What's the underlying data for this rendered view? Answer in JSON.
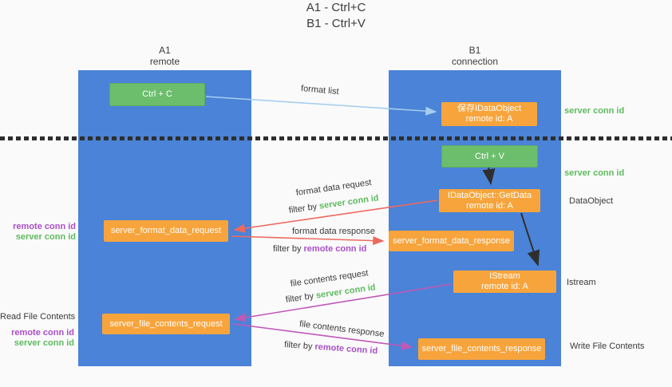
{
  "title": {
    "line1": "A1 - Ctrl+C",
    "line2": "B1 - Ctrl+V"
  },
  "columns": {
    "left": {
      "id": "A1",
      "role": "remote"
    },
    "right": {
      "id": "B1",
      "role": "connection"
    }
  },
  "nodes": {
    "ctrl_c": "Ctrl + C",
    "ctrl_v": "Ctrl + V",
    "save_dataobject": {
      "line1": "保存IDataObject",
      "line2": "remote id: A"
    },
    "getdata": {
      "line1": "IDataObject::GetData",
      "line2": "remote id: A"
    },
    "istream": {
      "line1": "IStream",
      "line2": "remote id: A"
    },
    "format_request": "server_format_data_request",
    "format_response": "server_format_data_response",
    "file_request": "server_file_contents_request",
    "file_response": "server_file_contents_response"
  },
  "side_labels": {
    "server_conn_id_top": "server conn id",
    "server_conn_id_mid": "server conn id",
    "dataobject": "DataObject",
    "istream": "Istream",
    "write_file_contents": "Write File Contents",
    "read_file_contents": "Read File Contents",
    "left_remote_conn_id_1": "remote conn id",
    "left_server_conn_id_1": "server conn id",
    "left_remote_conn_id_2": "remote conn id",
    "left_server_conn_id_2": "server conn id"
  },
  "arrow_labels": {
    "format_list": "format list",
    "format_data_request": "format data request",
    "format_data_response": "format data response",
    "file_contents_request": "file contents request",
    "file_contents_response": "file contents response",
    "filter_by_1": "filter by ",
    "filter_by_1_id": "server conn id",
    "filter_by_2": "filter by ",
    "filter_by_2_id": "remote conn id",
    "filter_by_3": "filter by ",
    "filter_by_3_id": "server conn id",
    "filter_by_4": "filter by ",
    "filter_by_4_id": "remote conn id"
  },
  "colors": {
    "column_blue": "#4a83d7",
    "key_green": "#6cbe6c",
    "node_orange": "#f7a43c",
    "green_text": "#5fba5f",
    "purple_text": "#a94fc8",
    "arrow_salmon": "#ed6a5f",
    "arrow_magenta": "#c058b8",
    "arrow_lightblue": "#a5cdee",
    "arrow_black": "#2e2e2e"
  }
}
